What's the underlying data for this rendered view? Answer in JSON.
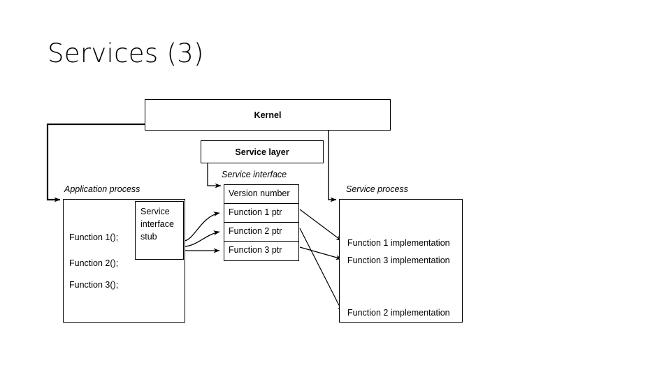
{
  "slide": {
    "title": "Services (3)"
  },
  "diagram": {
    "kernel": {
      "label": "Kernel"
    },
    "service_layer": {
      "label": "Service layer"
    },
    "captions": {
      "service_interface": "Service interface",
      "application_process": "Application process",
      "service_process": "Service process"
    },
    "service_interface_table": {
      "rows": [
        {
          "label": "Version number"
        },
        {
          "label": "Function 1 ptr"
        },
        {
          "label": "Function 2 ptr"
        },
        {
          "label": "Function 3 ptr"
        }
      ]
    },
    "application_process": {
      "stub": {
        "line1": "Service",
        "line2": "interface",
        "line3": "stub"
      },
      "calls": [
        {
          "label": "Function 1();"
        },
        {
          "label": "Function 2();"
        },
        {
          "label": "Function 3();"
        }
      ]
    },
    "service_process": {
      "implementations": [
        {
          "label": "Function 1 implementation"
        },
        {
          "label": "Function 3 implementation"
        },
        {
          "label": "Function 2 implementation"
        }
      ]
    },
    "colors": {
      "background": "#ffffff",
      "stroke": "#000000",
      "text": "#000000"
    }
  }
}
